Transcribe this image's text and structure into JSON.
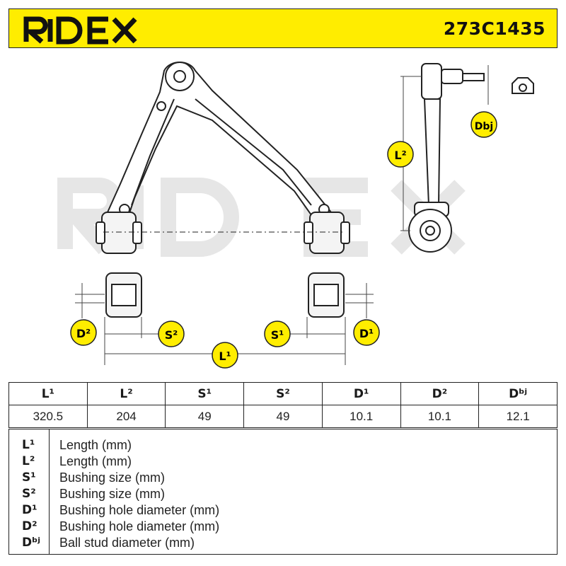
{
  "header": {
    "brand": "RIDEX",
    "part_number": "273C1435",
    "brand_color": "#111111",
    "background_color": "#ffed00"
  },
  "drawing": {
    "watermark": "RIDEX",
    "labels": {
      "L1": "L¹",
      "L2": "L²",
      "S1": "S¹",
      "S2": "S²",
      "D1": "D¹",
      "D2": "D²",
      "Dbj": "Dbj"
    },
    "label_color": "#ffed00"
  },
  "specs": {
    "headers": [
      "L¹",
      "L²",
      "S¹",
      "S²",
      "D¹",
      "D²",
      "Dᵇʲ"
    ],
    "values": [
      "320.5",
      "204",
      "49",
      "49",
      "10.1",
      "10.1",
      "12.1"
    ]
  },
  "legend": [
    {
      "symbol": "L¹",
      "description": "Length (mm)"
    },
    {
      "symbol": "L²",
      "description": "Length (mm)"
    },
    {
      "symbol": "S¹",
      "description": "Bushing size (mm)"
    },
    {
      "symbol": "S²",
      "description": "Bushing size (mm)"
    },
    {
      "symbol": "D¹",
      "description": "Bushing hole diameter (mm)"
    },
    {
      "symbol": "D²",
      "description": "Bushing hole diameter (mm)"
    },
    {
      "symbol": "Dᵇʲ",
      "description": "Ball stud diameter (mm)"
    }
  ]
}
